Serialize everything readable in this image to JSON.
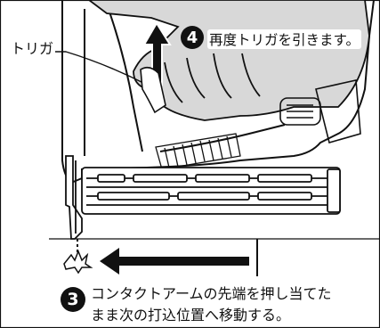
{
  "labels": {
    "trigger": "トリガ",
    "step4_number": "4",
    "step4_text": "再度トリガを引きます。",
    "step3_number": "3",
    "step3_line1": "コンタクトアームの先端を押し当てた",
    "step3_line2": "まま次の打込位置へ移動する。"
  },
  "colors": {
    "ink": "#111111",
    "background": "#ffffff"
  },
  "icons": {
    "up_arrow": "arrow-up",
    "left_arrow": "arrow-left",
    "impact_spark": "spark"
  }
}
